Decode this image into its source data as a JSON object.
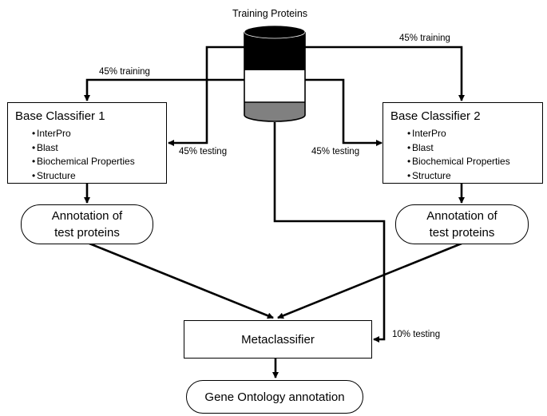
{
  "source_label": "Training Proteins",
  "splits": {
    "left_training": "45% training",
    "right_training": "45% training",
    "left_testing": "45% testing",
    "right_testing": "45% testing",
    "meta_testing": "10% testing"
  },
  "classifiers": [
    {
      "title": "Base Classifier 1",
      "features": [
        "InterPro",
        "Blast",
        "Biochemical Properties",
        "Structure"
      ]
    },
    {
      "title": "Base Classifier 2",
      "features": [
        "InterPro",
        "Blast",
        "Biochemical Properties",
        "Structure"
      ]
    }
  ],
  "annotations": [
    {
      "line1": "Annotation of",
      "line2": "test proteins"
    },
    {
      "line1": "Annotation of",
      "line2": "test proteins"
    }
  ],
  "metaclassifier": "Metaclassifier",
  "output": "Gene Ontology annotation",
  "bullet_glyph": "•",
  "colors": {
    "line": "#000000",
    "cylinder_top": "#000000",
    "cylinder_middle": "#ffffff",
    "cylinder_bottom": "#808080"
  }
}
